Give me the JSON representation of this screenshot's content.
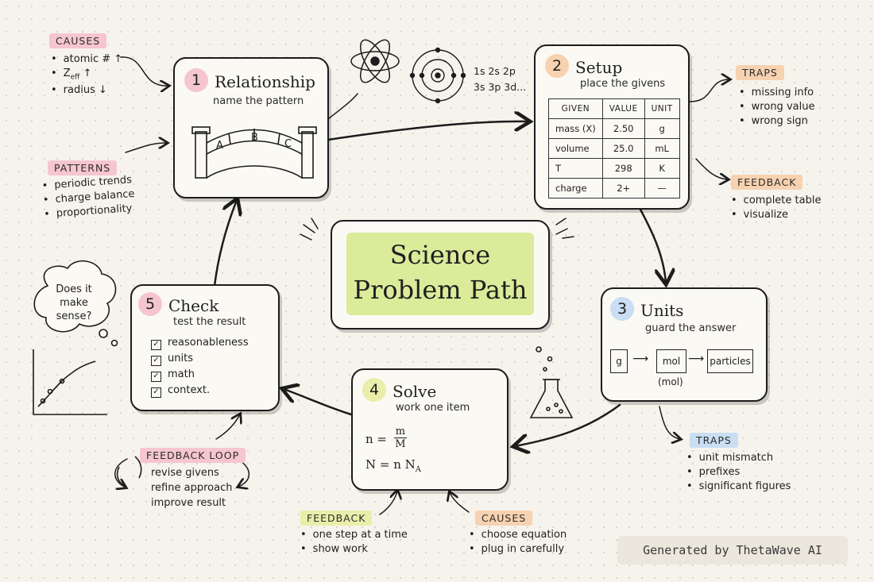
{
  "title": {
    "line1": "Science",
    "line2": "Problem Path"
  },
  "steps": [
    {
      "num": "1",
      "title": "Relationship",
      "sub": "name the pattern",
      "bridge_labels": [
        "A",
        "B",
        "C"
      ]
    },
    {
      "num": "2",
      "title": "Setup",
      "sub": "place the givens"
    },
    {
      "num": "3",
      "title": "Units",
      "sub": "guard the answer"
    },
    {
      "num": "4",
      "title": "Solve",
      "sub": "work one item"
    },
    {
      "num": "5",
      "title": "Check",
      "sub": "test the result"
    }
  ],
  "setup_table": {
    "headers": [
      "GIVEN",
      "VALUE",
      "UNIT"
    ],
    "rows": [
      [
        "mass (X)",
        "2.50",
        "g"
      ],
      [
        "volume",
        "25.0",
        "mL"
      ],
      [
        "T",
        "298",
        "K"
      ],
      [
        "charge",
        "2+",
        "—"
      ]
    ]
  },
  "units_flow": {
    "a": "g",
    "b": "mol",
    "c": "particles",
    "note": "(mol)"
  },
  "solve": {
    "eq1_lhs": "n =",
    "eq1_num": "m",
    "eq1_den": "M",
    "eq2": "N = n N",
    "eq2_sub": "A"
  },
  "check_items": [
    "reasonableness",
    "units",
    "math",
    "context."
  ],
  "thought_bubble": [
    "Does it",
    "make",
    "sense?"
  ],
  "orbitals": {
    "line1": "1s  2s 2p",
    "line2": "3s  3p 3d..."
  },
  "notes": {
    "causes_top": {
      "tag": "CAUSES",
      "items": [
        "atomic #",
        "Z",
        "radius"
      ],
      "sub_eff": "eff"
    },
    "patterns": {
      "tag": "PATTERNS",
      "items": [
        "periodic trends",
        "charge balance",
        "proportionality"
      ]
    },
    "traps_top": {
      "tag": "TRAPS",
      "items": [
        "missing info",
        "wrong value",
        "wrong sign"
      ]
    },
    "feedback_right": {
      "tag": "FEEDBACK",
      "items": [
        "complete table",
        "visualize"
      ]
    },
    "traps_bottom": {
      "tag": "TRAPS",
      "items": [
        "unit mismatch",
        "prefixes",
        "significant figures"
      ]
    },
    "feedback_loop": {
      "tag": "FEEDBACK LOOP",
      "items": [
        "revise givens",
        "refine approach",
        "improve result"
      ]
    },
    "feedback_bottom": {
      "tag": "FEEDBACK",
      "items": [
        "one step at a time",
        "show work"
      ]
    },
    "causes_bottom": {
      "tag": "CAUSES",
      "items": [
        "choose equation",
        "plug in carefully"
      ]
    }
  },
  "watermark": "Generated by ThetaWave AI",
  "colors": {
    "pink": "#f6c6cf",
    "orange": "#f7d2b0",
    "blue": "#c9def3",
    "yellow": "#e9eeaa",
    "highlight": "#dbeb9a"
  }
}
